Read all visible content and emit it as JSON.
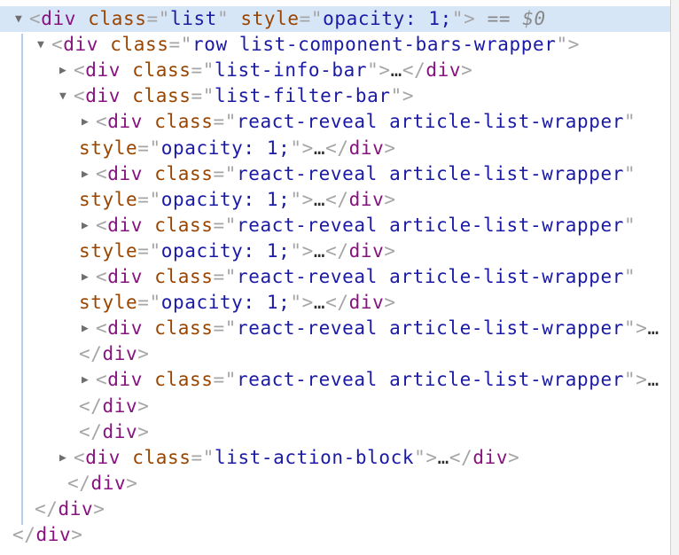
{
  "lines": [
    {
      "indent": 0,
      "arrow": "down",
      "selected": true,
      "tokens": [
        [
          "p",
          "<"
        ],
        [
          "t",
          "div"
        ],
        [
          "a",
          " class"
        ],
        [
          "p",
          "=\""
        ],
        [
          "v",
          "list"
        ],
        [
          "p",
          "\""
        ],
        [
          "a",
          " style"
        ],
        [
          "p",
          "=\""
        ],
        [
          "v",
          "opacity: 1;"
        ],
        [
          "p",
          "\">"
        ],
        [
          "s",
          " == $0"
        ]
      ]
    },
    {
      "indent": 1,
      "arrow": "down",
      "tokens": [
        [
          "p",
          "<"
        ],
        [
          "t",
          "div"
        ],
        [
          "a",
          " class"
        ],
        [
          "p",
          "=\""
        ],
        [
          "v",
          "row list-component-bars-wrapper"
        ],
        [
          "p",
          "\">"
        ]
      ]
    },
    {
      "indent": 2,
      "arrow": "right",
      "tokens": [
        [
          "p",
          "<"
        ],
        [
          "t",
          "div"
        ],
        [
          "a",
          " class"
        ],
        [
          "p",
          "=\""
        ],
        [
          "v",
          "list-info-bar"
        ],
        [
          "p",
          "\">"
        ],
        [
          "e",
          "…"
        ],
        [
          "p",
          "</"
        ],
        [
          "t",
          "div"
        ],
        [
          "p",
          ">"
        ]
      ]
    },
    {
      "indent": 2,
      "arrow": "down",
      "tokens": [
        [
          "p",
          "<"
        ],
        [
          "t",
          "div"
        ],
        [
          "a",
          " class"
        ],
        [
          "p",
          "=\""
        ],
        [
          "v",
          "list-filter-bar"
        ],
        [
          "p",
          "\">"
        ]
      ]
    },
    {
      "indent": 3,
      "arrow": "right",
      "tokens": [
        [
          "p",
          "<"
        ],
        [
          "t",
          "div"
        ],
        [
          "a",
          " class"
        ],
        [
          "p",
          "=\""
        ],
        [
          "v",
          "react-reveal article-list-wrapper"
        ],
        [
          "p",
          "\""
        ]
      ]
    },
    {
      "indent": 3,
      "wrap": true,
      "tokens": [
        [
          "a",
          "style"
        ],
        [
          "p",
          "=\""
        ],
        [
          "v",
          "opacity: 1;"
        ],
        [
          "p",
          "\">"
        ],
        [
          "e",
          "…"
        ],
        [
          "p",
          "</"
        ],
        [
          "t",
          "div"
        ],
        [
          "p",
          ">"
        ]
      ]
    },
    {
      "indent": 3,
      "arrow": "right",
      "tokens": [
        [
          "p",
          "<"
        ],
        [
          "t",
          "div"
        ],
        [
          "a",
          " class"
        ],
        [
          "p",
          "=\""
        ],
        [
          "v",
          "react-reveal article-list-wrapper"
        ],
        [
          "p",
          "\""
        ]
      ]
    },
    {
      "indent": 3,
      "wrap": true,
      "tokens": [
        [
          "a",
          "style"
        ],
        [
          "p",
          "=\""
        ],
        [
          "v",
          "opacity: 1;"
        ],
        [
          "p",
          "\">"
        ],
        [
          "e",
          "…"
        ],
        [
          "p",
          "</"
        ],
        [
          "t",
          "div"
        ],
        [
          "p",
          ">"
        ]
      ]
    },
    {
      "indent": 3,
      "arrow": "right",
      "tokens": [
        [
          "p",
          "<"
        ],
        [
          "t",
          "div"
        ],
        [
          "a",
          " class"
        ],
        [
          "p",
          "=\""
        ],
        [
          "v",
          "react-reveal article-list-wrapper"
        ],
        [
          "p",
          "\""
        ]
      ]
    },
    {
      "indent": 3,
      "wrap": true,
      "tokens": [
        [
          "a",
          "style"
        ],
        [
          "p",
          "=\""
        ],
        [
          "v",
          "opacity: 1;"
        ],
        [
          "p",
          "\">"
        ],
        [
          "e",
          "…"
        ],
        [
          "p",
          "</"
        ],
        [
          "t",
          "div"
        ],
        [
          "p",
          ">"
        ]
      ]
    },
    {
      "indent": 3,
      "arrow": "right",
      "tokens": [
        [
          "p",
          "<"
        ],
        [
          "t",
          "div"
        ],
        [
          "a",
          " class"
        ],
        [
          "p",
          "=\""
        ],
        [
          "v",
          "react-reveal article-list-wrapper"
        ],
        [
          "p",
          "\""
        ]
      ]
    },
    {
      "indent": 3,
      "wrap": true,
      "tokens": [
        [
          "a",
          "style"
        ],
        [
          "p",
          "=\""
        ],
        [
          "v",
          "opacity: 1;"
        ],
        [
          "p",
          "\">"
        ],
        [
          "e",
          "…"
        ],
        [
          "p",
          "</"
        ],
        [
          "t",
          "div"
        ],
        [
          "p",
          ">"
        ]
      ]
    },
    {
      "indent": 3,
      "arrow": "right",
      "tokens": [
        [
          "p",
          "<"
        ],
        [
          "t",
          "div"
        ],
        [
          "a",
          " class"
        ],
        [
          "p",
          "=\""
        ],
        [
          "v",
          "react-reveal article-list-wrapper"
        ],
        [
          "p",
          "\">"
        ],
        [
          "e",
          "…"
        ]
      ]
    },
    {
      "indent": 3,
      "wrap": true,
      "tokens": [
        [
          "p",
          "</"
        ],
        [
          "t",
          "div"
        ],
        [
          "p",
          ">"
        ]
      ]
    },
    {
      "indent": 3,
      "arrow": "right",
      "tokens": [
        [
          "p",
          "<"
        ],
        [
          "t",
          "div"
        ],
        [
          "a",
          " class"
        ],
        [
          "p",
          "=\""
        ],
        [
          "v",
          "react-reveal article-list-wrapper"
        ],
        [
          "p",
          "\">"
        ],
        [
          "e",
          "…"
        ]
      ]
    },
    {
      "indent": 3,
      "wrap": true,
      "tokens": [
        [
          "p",
          "</"
        ],
        [
          "t",
          "div"
        ],
        [
          "p",
          ">"
        ]
      ]
    },
    {
      "indent": 3,
      "wrap": true,
      "tokens": [
        [
          "p",
          "</"
        ],
        [
          "t",
          "div"
        ],
        [
          "p",
          ">"
        ]
      ]
    },
    {
      "indent": 2,
      "arrow": "right",
      "tokens": [
        [
          "p",
          "<"
        ],
        [
          "t",
          "div"
        ],
        [
          "a",
          " class"
        ],
        [
          "p",
          "=\""
        ],
        [
          "v",
          "list-action-block"
        ],
        [
          "p",
          "\">"
        ],
        [
          "e",
          "…"
        ],
        [
          "p",
          "</"
        ],
        [
          "t",
          "div"
        ],
        [
          "p",
          ">"
        ]
      ]
    },
    {
      "indent": 2,
      "close": true,
      "tokens": [
        [
          "p",
          "</"
        ],
        [
          "t",
          "div"
        ],
        [
          "p",
          ">"
        ]
      ]
    },
    {
      "indent": 1,
      "close": true,
      "tokens": [
        [
          "p",
          "</"
        ],
        [
          "t",
          "div"
        ],
        [
          "p",
          ">"
        ]
      ]
    },
    {
      "indent": 0,
      "close": true,
      "tokens": [
        [
          "p",
          "</"
        ],
        [
          "t",
          "div"
        ],
        [
          "p",
          ">"
        ]
      ]
    }
  ]
}
